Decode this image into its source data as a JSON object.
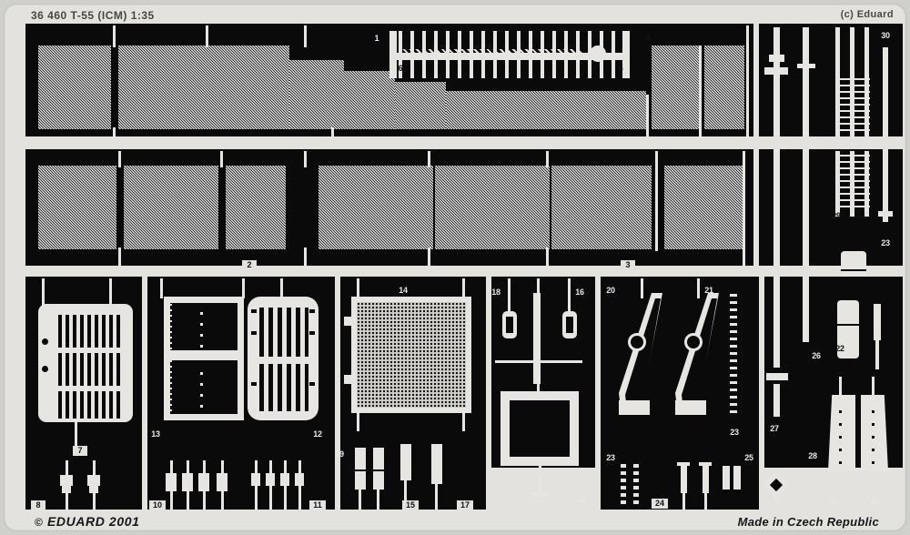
{
  "sheet": {
    "header_left": "36 460  T-55 (ICM)  1:35",
    "header_right": "(c) Eduard",
    "footer_left_symbol": "©",
    "footer_left": "EDUARD 2001",
    "footer_right": "Made in Czech Republic",
    "colors": {
      "fret_frame": "#e3e2de",
      "etched_field": "#0a0a0a",
      "metal_part": "#e6e5e1",
      "label_text": "#e8e7e3",
      "background": "#cfcfcb"
    }
  },
  "parts": [
    {
      "id": "1",
      "name": "fender-strip-upper-left"
    },
    {
      "id": "2",
      "name": "mesh-screen-row-left"
    },
    {
      "id": "3",
      "name": "mesh-screen-row-right"
    },
    {
      "id": "4",
      "name": "comb-strip-right"
    },
    {
      "id": "5",
      "name": "comb-strip-end"
    },
    {
      "id": "6",
      "name": "comb-strip-left"
    },
    {
      "id": "7",
      "name": "louver-grille-large"
    },
    {
      "id": "8",
      "name": "small-clips-row-left"
    },
    {
      "id": "9",
      "name": "bracket-right-column"
    },
    {
      "id": "10",
      "name": "strip-bottom-left"
    },
    {
      "id": "11",
      "name": "strip-bottom-mid"
    },
    {
      "id": "12",
      "name": "louver-grille-rounded"
    },
    {
      "id": "13",
      "name": "panel-hatch-plate"
    },
    {
      "id": "14",
      "name": "perforated-mesh-square"
    },
    {
      "id": "15",
      "name": "link-strips"
    },
    {
      "id": "16",
      "name": "bracket-small-right"
    },
    {
      "id": "17",
      "name": "link-strips-pair"
    },
    {
      "id": "18",
      "name": "bracket-small-left"
    },
    {
      "id": "19",
      "name": "pin-row"
    },
    {
      "id": "20",
      "name": "mudguard-left"
    },
    {
      "id": "21",
      "name": "mudguard-right"
    },
    {
      "id": "22",
      "name": "long-rail-right"
    },
    {
      "id": "23",
      "name": "chain-strip"
    },
    {
      "id": "24",
      "name": "t-pins"
    },
    {
      "id": "25",
      "name": "clip-pair"
    },
    {
      "id": "26",
      "name": "short-rail"
    },
    {
      "id": "27",
      "name": "rail-joint"
    },
    {
      "id": "28",
      "name": "diamond-fitting"
    },
    {
      "id": "29",
      "name": "ladder-strip-right"
    },
    {
      "id": "30",
      "name": "ladder-strip-top"
    },
    {
      "id": "31",
      "name": "frame-box"
    },
    {
      "id": "32",
      "name": "rail-segment"
    },
    {
      "id": "33",
      "name": "vane-left"
    },
    {
      "id": "34",
      "name": "vane-right"
    }
  ]
}
